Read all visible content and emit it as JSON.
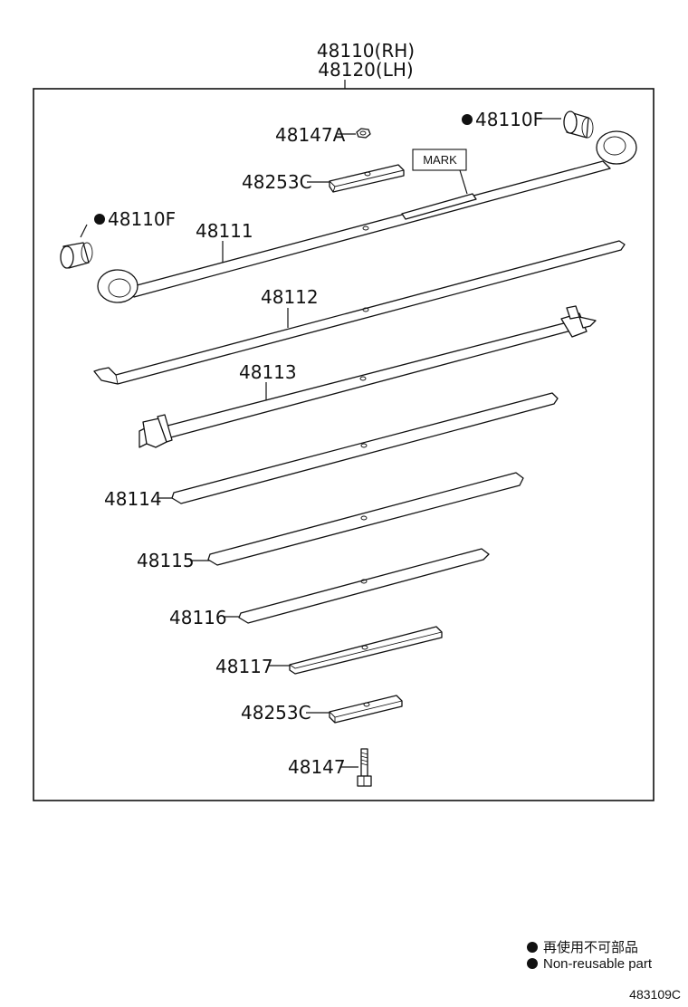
{
  "header": {
    "assembly_rh": "48110(RH)",
    "assembly_lh": "48120(LH)"
  },
  "labels": {
    "nut": "48147A",
    "bushing_upper": "48110F",
    "mark": "MARK",
    "clip_upper": "48253C",
    "bushing_left": "48110F",
    "leaf_1": "48111",
    "leaf_2": "48112",
    "leaf_3": "48113",
    "leaf_4": "48114",
    "leaf_5": "48115",
    "leaf_6": "48116",
    "leaf_7": "48117",
    "clip_lower": "48253C",
    "bolt": "48147"
  },
  "legend": {
    "jp": "再使用不可部品",
    "en": "Non-reusable part"
  },
  "figure_code": "483109C"
}
